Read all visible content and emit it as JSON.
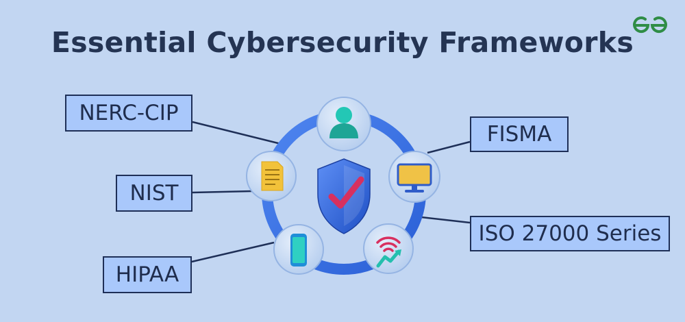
{
  "title": "Essential Cybersecurity Frameworks",
  "brand": {
    "logo_icon": "geeksforgeeks-logo-icon",
    "color": "#2f8d46"
  },
  "frameworks": {
    "nerc_cip": "NERC-CIP",
    "nist": "NIST",
    "hipaa": "HIPAA",
    "fisma": "FISMA",
    "iso": "ISO 27000 Series"
  },
  "icons": {
    "center": "shield-check-icon",
    "top": "user-icon",
    "left": "document-icon",
    "right": "monitor-icon",
    "bottom_left": "smartphone-icon",
    "bottom_right": "wifi-signal-icon"
  },
  "colors": {
    "background": "#c2d6f2",
    "ring": "#2f6ce0",
    "node": "#c9dcf5",
    "label_fill": "#a9c8fb",
    "label_border": "#1e2f57",
    "title": "#243453"
  }
}
